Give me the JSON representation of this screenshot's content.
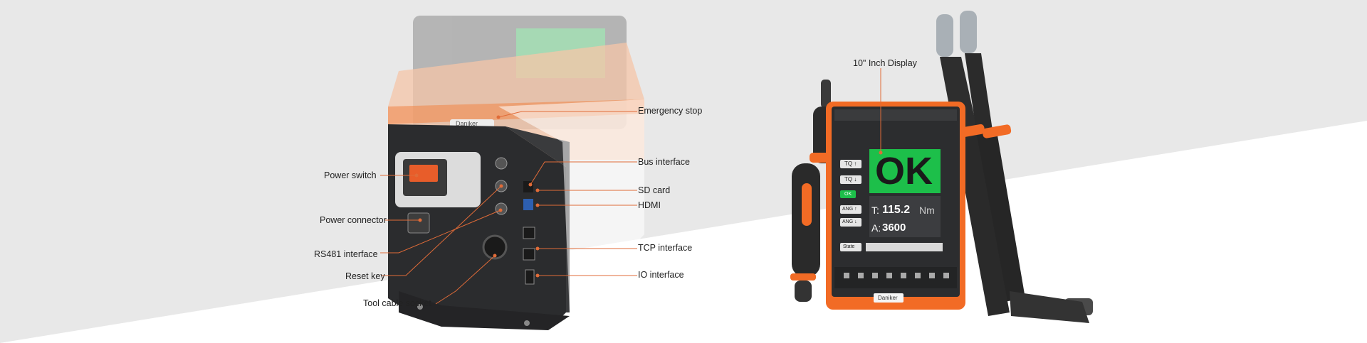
{
  "controller": {
    "brand": "Daniker",
    "labels": {
      "power_switch": "Power switch",
      "power_connector": "Power connector",
      "rs481": "RS481 interface",
      "reset_key": "Reset key",
      "tool_cable_socket": "Tool cable socket",
      "emergency_stop": "Emergency stop",
      "bus_interface": "Bus interface",
      "sd_card": "SD card",
      "hdmi": "HDMI",
      "tcp_interface": "TCP interface",
      "io_interface": "IO interface"
    }
  },
  "display": {
    "label": "10\" Inch Display",
    "status": "OK",
    "torque_prefix": "T:",
    "torque_value": "115.2",
    "torque_unit": "Nm",
    "angle_prefix": "A:",
    "angle_value": "3600",
    "buttons": [
      "TQ ↑",
      "TQ ↓",
      "OK",
      "ANG ↑",
      "ANG ↓"
    ],
    "state_button": "State",
    "brand": "Daniker"
  },
  "colors": {
    "orange": "#f26b25",
    "dark": "#2b2c2e",
    "ok_green": "#1dbf4a",
    "grey_band": "#e8e8e8"
  }
}
